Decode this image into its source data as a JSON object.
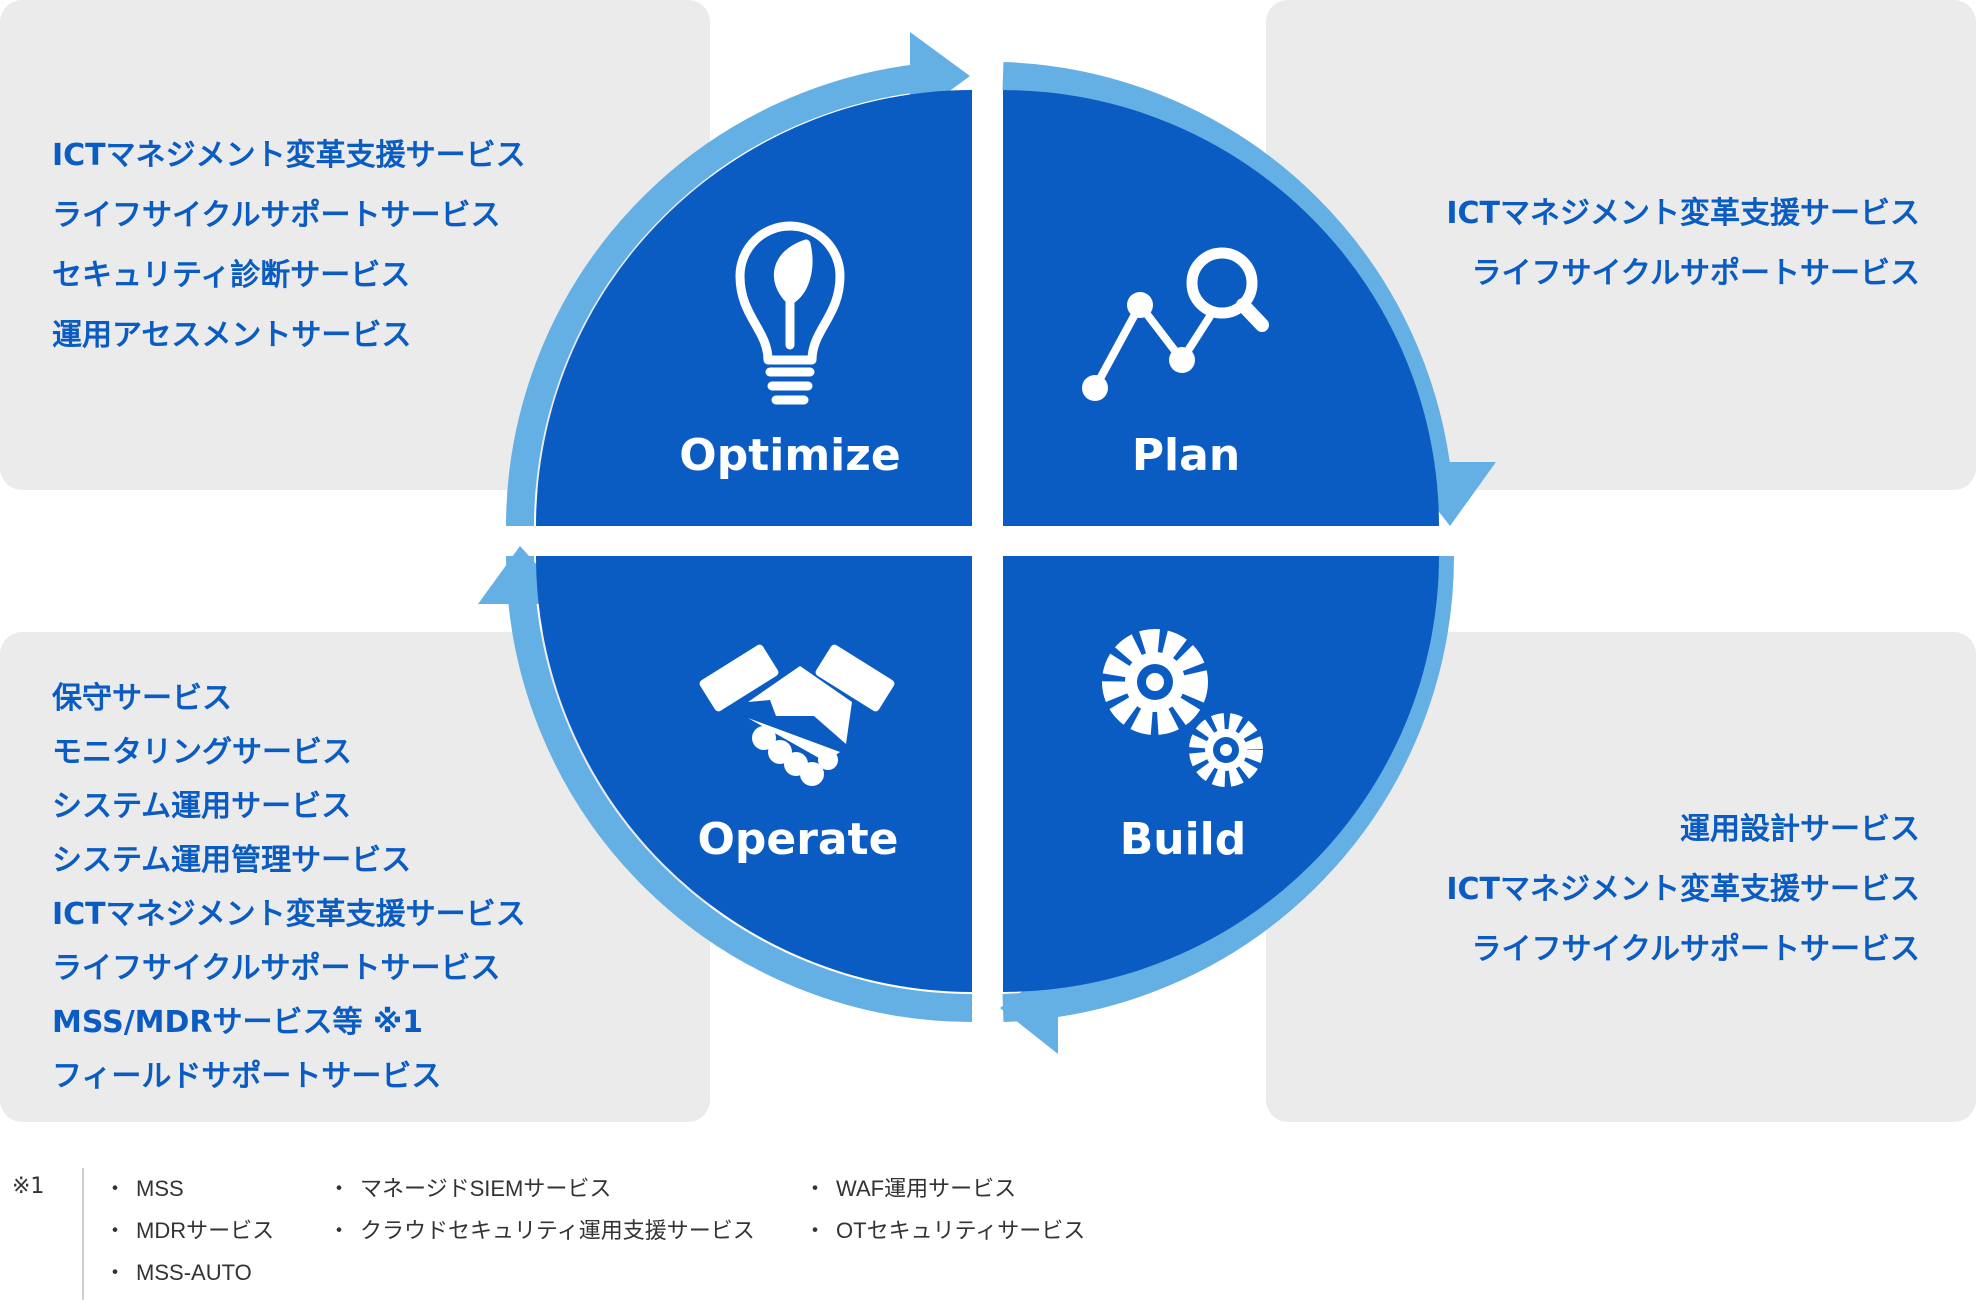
{
  "panels": {
    "top_left": [
      "ICTマネジメント変革支援サービス",
      "ライフサイクルサポートサービス",
      "セキュリティ診断サービス",
      "運用アセスメントサービス"
    ],
    "top_right": [
      "ICTマネジメント変革支援サービス",
      "ライフサイクルサポートサービス"
    ],
    "bottom_left": [
      "保守サービス",
      "モニタリングサービス",
      "システム運用サービス",
      "システム運用管理サービス",
      "ICTマネジメント変革支援サービス",
      "ライフサイクルサポートサービス",
      "MSS/MDRサービス等 ※1",
      "フィールドサポートサービス"
    ],
    "bottom_right": [
      "運用設計サービス",
      "ICTマネジメント変革支援サービス",
      "ライフサイクルサポートサービス"
    ]
  },
  "cycle": {
    "optimize": "Optimize",
    "plan": "Plan",
    "operate": "Operate",
    "build": "Build"
  },
  "icons": {
    "optimize": "lightbulb-leaf-icon",
    "plan": "chart-magnifier-icon",
    "operate": "handshake-icon",
    "build": "gears-icon"
  },
  "colors": {
    "quadrant": "#0b5cc2",
    "ring": "#64b0e4",
    "panel": "#ebebeb",
    "panel_text": "#0b5cc2"
  },
  "footnote": {
    "mark": "※1",
    "col1": [
      "MSS",
      "MDRサービス",
      "MSS-AUTO"
    ],
    "col2": [
      "マネージドSIEMサービス",
      "クラウドセキュリティ運用支援サービス"
    ],
    "col3": [
      "WAF運用サービス",
      "OTセキュリティサービス"
    ]
  }
}
